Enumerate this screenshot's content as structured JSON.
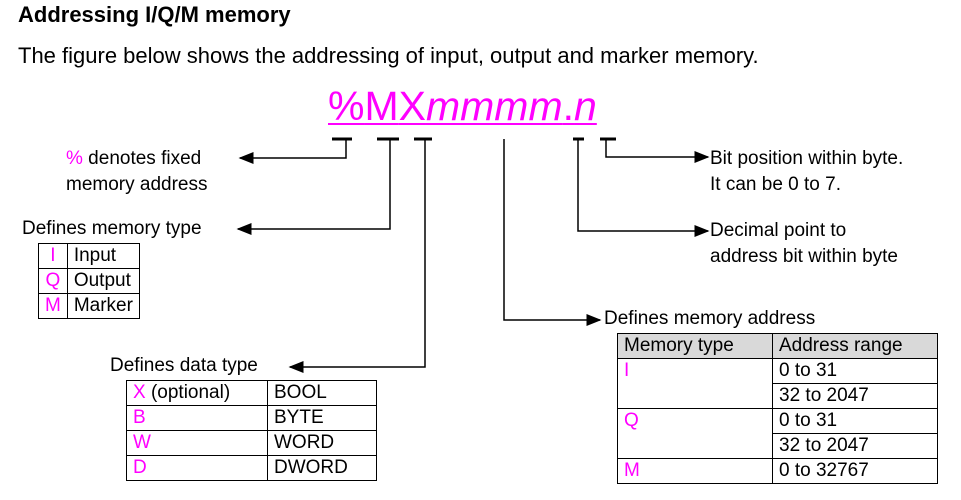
{
  "heading": "Addressing I/Q/M memory",
  "intro": "The figure below shows the addressing of input, output and marker memory.",
  "formula": {
    "percent": "%",
    "m": "M",
    "x": "X",
    "mmmm": "mmmm",
    "dot": ".",
    "n": "n"
  },
  "labels": {
    "fixed_symbol": "%",
    "fixed_line1": " denotes fixed",
    "fixed_line2": "memory address",
    "memory_type": "Defines memory type",
    "data_type": "Defines data type",
    "bit_line1": "Bit position within byte.",
    "bit_line2": "It can be 0 to 7.",
    "decimal_line1": "Decimal point to",
    "decimal_line2": "address bit within byte",
    "memory_address": "Defines memory address"
  },
  "memory_type_table": [
    {
      "code": "I",
      "name": "Input"
    },
    {
      "code": "Q",
      "name": "Output"
    },
    {
      "code": "M",
      "name": "Marker"
    }
  ],
  "data_type_table": [
    {
      "code": "X",
      "note": " (optional)",
      "name": "BOOL"
    },
    {
      "code": "B",
      "note": "",
      "name": "BYTE"
    },
    {
      "code": "W",
      "note": "",
      "name": "WORD"
    },
    {
      "code": "D",
      "note": "",
      "name": "DWORD"
    }
  ],
  "address_table": {
    "headers": [
      "Memory type",
      "Address range"
    ],
    "rows": [
      {
        "type": "I",
        "ranges": [
          "0 to 31",
          "32 to 2047"
        ]
      },
      {
        "type": "Q",
        "ranges": [
          "0 to 31",
          "32 to 2047"
        ]
      },
      {
        "type": "M",
        "ranges": [
          "0 to 32767"
        ]
      }
    ]
  },
  "colors": {
    "accent": "#ff00ff",
    "header_bg": "#d9d9d9"
  }
}
